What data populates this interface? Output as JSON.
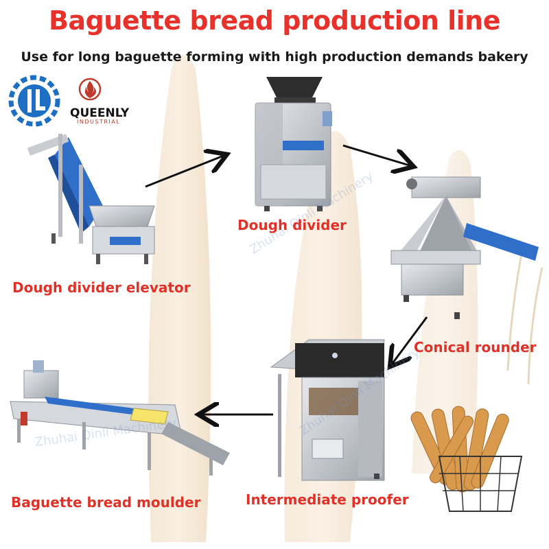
{
  "title": "Baguette bread production line",
  "subtitle": "Use for long baguette forming with high production demands bakery",
  "brand": {
    "name": "QUEENLY",
    "tagline": "INDUSTRIAL"
  },
  "watermark": "Zhuhai Qinli Machinery",
  "stations": [
    {
      "id": "elevator",
      "label": "Dough divider elevator"
    },
    {
      "id": "divider",
      "label": "Dough divider"
    },
    {
      "id": "rounder",
      "label": "Conical rounder"
    },
    {
      "id": "proofer",
      "label": "Intermediate proofer"
    },
    {
      "id": "moulder",
      "label": "Baguette bread moulder"
    }
  ],
  "flow": [
    {
      "from": "elevator",
      "to": "divider"
    },
    {
      "from": "divider",
      "to": "rounder"
    },
    {
      "from": "rounder",
      "to": "proofer"
    },
    {
      "from": "proofer",
      "to": "moulder"
    }
  ],
  "colors": {
    "title": "#e8312a",
    "label": "#e03128",
    "arrow": "#111111",
    "steel": "#c9ccd1",
    "belt": "#2f6fc9",
    "bread": "#d99a4e"
  }
}
